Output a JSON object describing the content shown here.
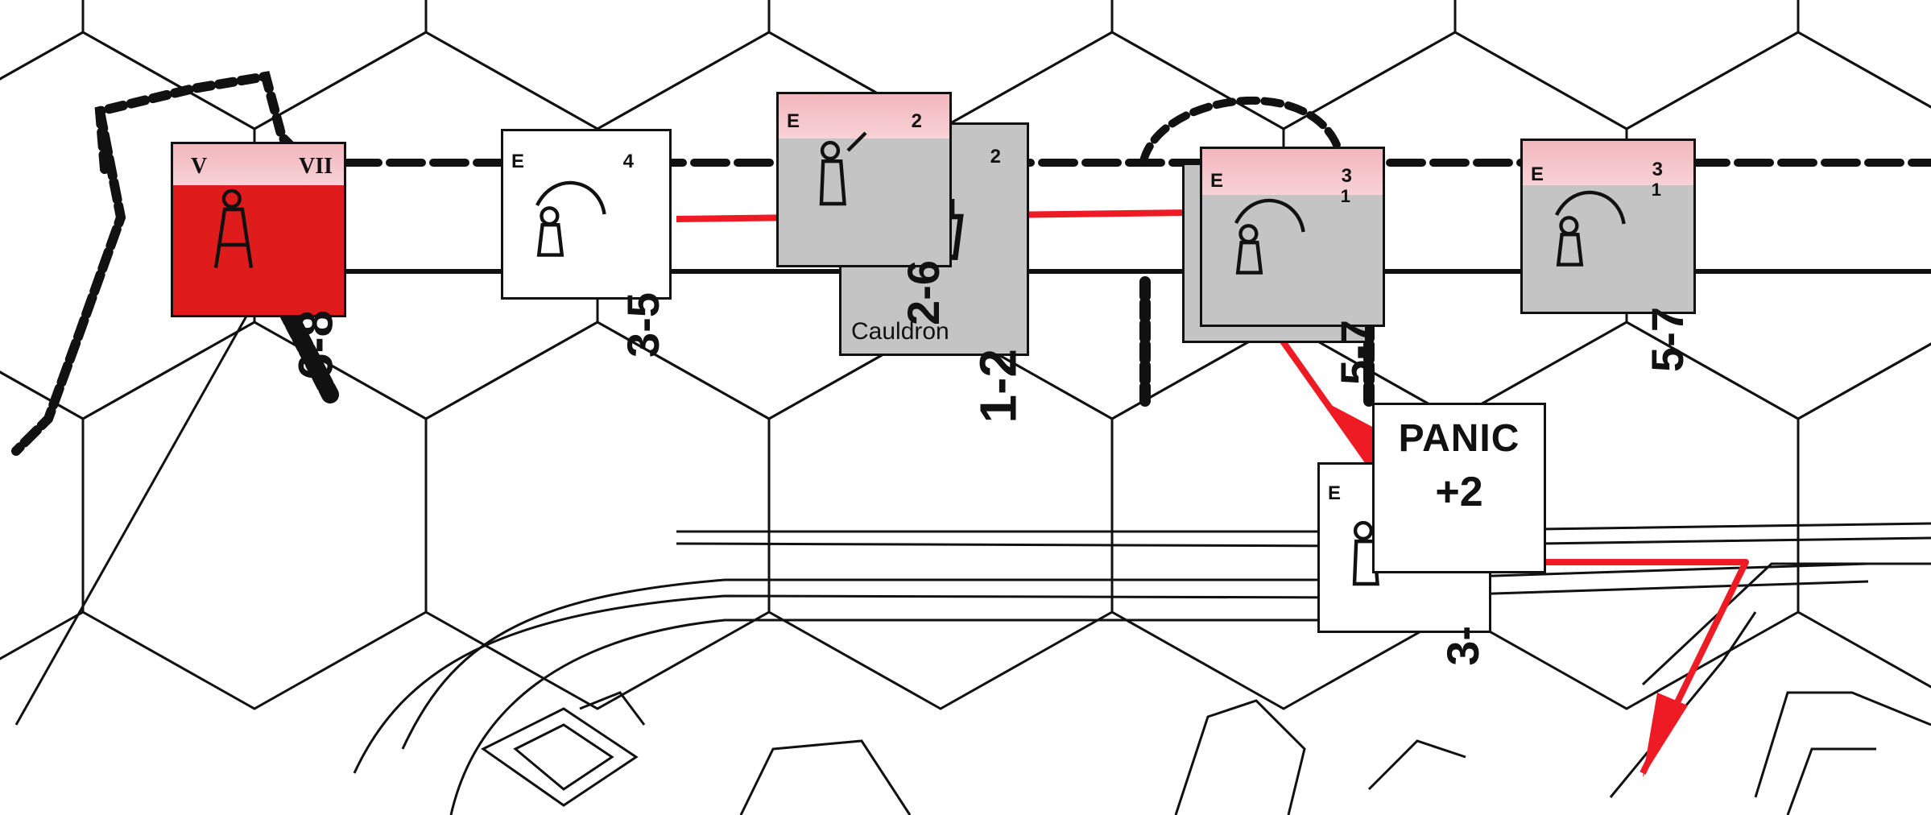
{
  "map": {
    "colors": {
      "red_route": "#ee1b24",
      "line": "#111111",
      "counter_red": "#e01b1b",
      "counter_gray": "#c4c4c4"
    }
  },
  "counters": [
    {
      "id": "red-unit",
      "nationality": "V",
      "mark": "VII",
      "value": "6-8",
      "color": "red"
    },
    {
      "id": "white-unit",
      "nationality": "E",
      "mark": "4",
      "value": "3-5",
      "color": "white"
    },
    {
      "id": "gray-unit-a",
      "nationality": "E",
      "mark": "2",
      "value": "2-6",
      "color": "gray"
    },
    {
      "id": "cauldron",
      "mark": "2",
      "value": "1-2",
      "label": "Cauldron",
      "color": "gray"
    },
    {
      "id": "gray-unit-b",
      "nationality": "E",
      "mark": "3",
      "sub": "1",
      "value": "5-7",
      "color": "gray"
    },
    {
      "id": "gray-unit-c",
      "nationality": "E",
      "mark": "3",
      "sub": "1",
      "value": "5-7",
      "color": "gray"
    },
    {
      "id": "lower-unit",
      "nationality": "E",
      "value": "3-"
    }
  ],
  "panic_marker": {
    "line1": "PANIC",
    "line2": "+2"
  }
}
